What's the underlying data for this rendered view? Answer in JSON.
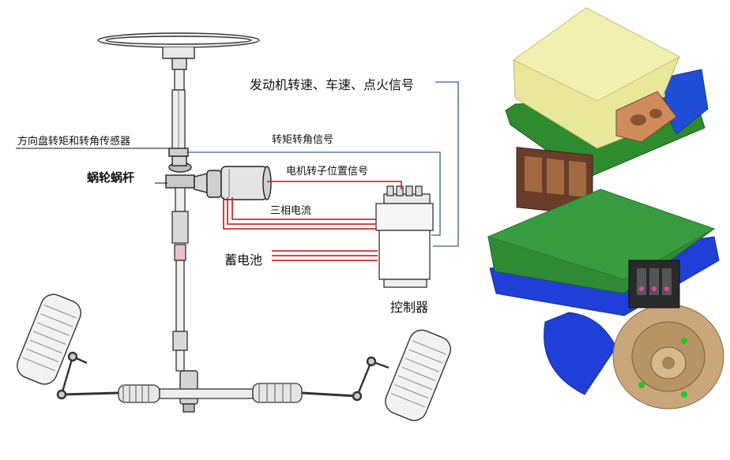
{
  "labels": {
    "engine_signals": "发动机转速、车速、点火信号",
    "steering_sensor": "方向盘转矩和转角传感器",
    "torque_angle_signal": "转矩转角信号",
    "worm_gear": "蜗轮蜗杆",
    "rotor_position_signal": "电机转子位置信号",
    "three_phase_current": "三相电流",
    "battery": "蓄电池",
    "controller": "控制器"
  },
  "colors": {
    "signal_line": "#3a5a9c",
    "power_line": "#d62a2a",
    "controller_top": "#e9e79a",
    "module_board": "#2e8b2e",
    "module_blue": "#1e4fd6",
    "motor_cover": "#2f8a35",
    "motor_body": "#1f3fd8",
    "flange": "#c9a77a"
  }
}
